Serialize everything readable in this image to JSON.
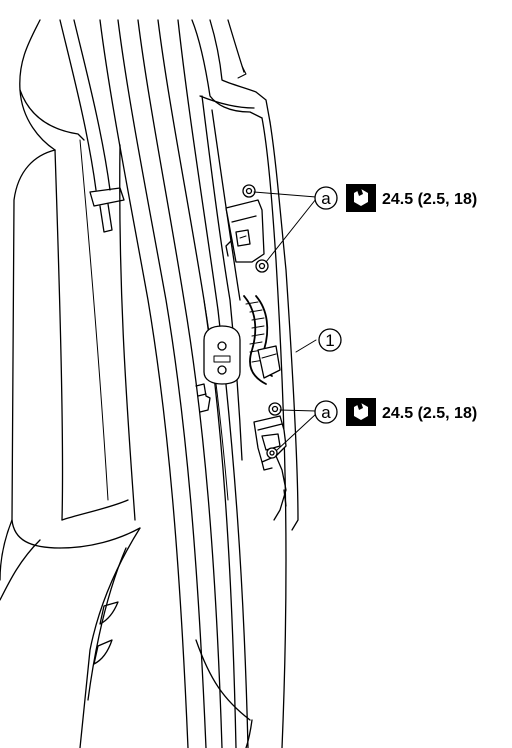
{
  "callouts": {
    "a_upper": "a",
    "a_lower": "a",
    "part_1": "1"
  },
  "torque": {
    "upper": "24.5 (2.5, 18)",
    "lower": "24.5 (2.5, 18)",
    "icon": "torque-wrench-icon"
  }
}
